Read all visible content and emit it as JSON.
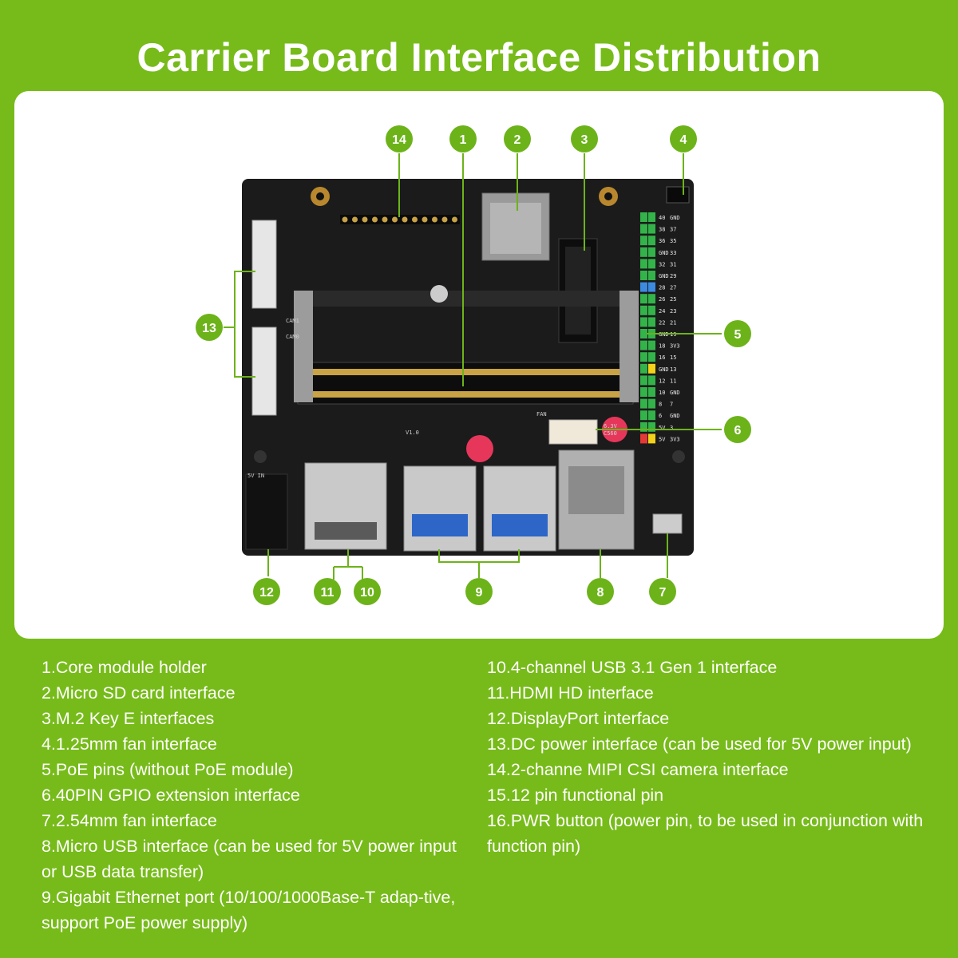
{
  "title": "Carrier Board Interface Distribution",
  "callout_numbers": [
    "1",
    "2",
    "3",
    "4",
    "5",
    "6",
    "7",
    "8",
    "9",
    "10",
    "11",
    "12",
    "13",
    "14"
  ],
  "board_labels": {
    "gpio_pins": [
      "40",
      "GND",
      "38",
      "37",
      "36",
      "35",
      "GND",
      "33",
      "32",
      "31",
      "GND",
      "29",
      "28",
      "27",
      "26",
      "25",
      "24",
      "23",
      "22",
      "21",
      "GND",
      "19",
      "18",
      "3V3",
      "16",
      "15",
      "GND",
      "13",
      "12",
      "11",
      "10",
      "GND",
      "8",
      "7",
      "6",
      "GND",
      "5V",
      "3",
      "5V",
      "3V3"
    ],
    "cam0": "CAM0",
    "cam1": "CAM1",
    "power_in": "5V IN",
    "fan": "FAN",
    "cap_a": "6.3V",
    "cap_b": "C560",
    "version": "V1.0"
  },
  "left_items": [
    "1.Core module holder",
    "2.Micro SD card interface",
    "3.M.2 Key E interfaces",
    "4.1.25mm fan interface",
    "5.PoE pins (without PoE module)",
    "6.40PIN GPIO extension interface",
    "7.2.54mm fan interface",
    "8.Micro USB interface (can be used for 5V power input or USB data transfer)",
    "9.Gigabit Ethernet port (10/100/1000Base-T adap-tive, support PoE power supply)"
  ],
  "right_items": [
    "10.4-channel USB 3.1 Gen 1 interface",
    "11.HDMI HD interface",
    "12.DisplayPort interface",
    "13.DC power interface (can be used for 5V power input)",
    "14.2-channe MIPI CSI camera interface",
    "15.12 pin functional pin",
    "16.PWR button (power pin, to be used in conjunction with function pin)"
  ],
  "colors": {
    "background": "#77bb1a",
    "badge": "#6cb31a",
    "board": "#1b1b1b"
  }
}
